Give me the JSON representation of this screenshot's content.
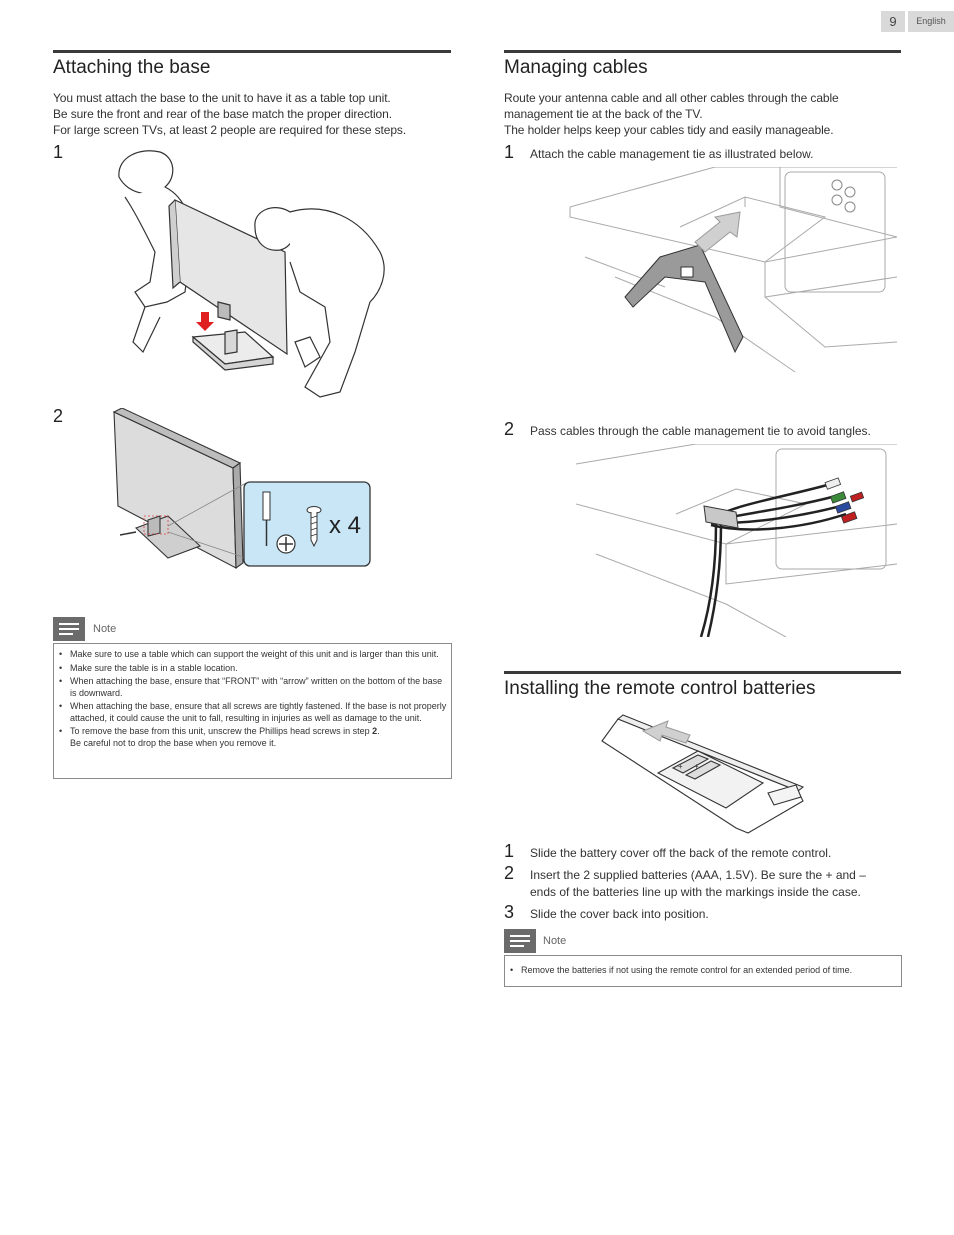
{
  "header": {
    "page_number": "9",
    "language": "English"
  },
  "attaching": {
    "title": "Attaching the base",
    "intro": [
      "You must attach the base to the unit to have it as a table top unit.",
      "Be sure the front and rear of the base match the proper direction.",
      "For large screen TVs, at least 2 people are required for these steps."
    ],
    "step1": "1",
    "step2": "2",
    "screw_count": "x 4",
    "note_label": "Note",
    "notes": [
      "Make sure to use a table which can support the weight of this unit and is larger than this unit.",
      "Make sure the table is in a stable location.",
      "When attaching the base, ensure that “FRONT” with “arrow” written on the bottom of the base is downward.",
      "When attaching the base, ensure that all screws are tightly fastened. If the base is not properly attached, it could cause the unit to fall, resulting in injuries as well as damage to the unit."
    ],
    "note_last_a": "To remove the base from this unit, unscrew the Phillips head screws in step ",
    "note_last_bold": "2",
    "note_last_b": ".",
    "note_last_line2": "Be careful not to drop the base when you remove it."
  },
  "cables": {
    "title": "Managing cables",
    "intro": [
      "Route your antenna cable and all other cables through the cable",
      "management tie at the back of the TV.",
      "The holder helps keep your cables tidy and easily manageable."
    ],
    "step1_num": "1",
    "step1_text": "Attach the cable management tie as illustrated below.",
    "step2_num": "2",
    "step2_text": "Pass cables through the cable management tie to avoid tangles."
  },
  "batteries": {
    "title": "Installing the remote control batteries",
    "steps": [
      {
        "num": "1",
        "text": "Slide the battery cover off the back of the remote control."
      },
      {
        "num": "2",
        "text": "Insert the 2 supplied batteries (AAA, 1.5V). Be sure the + and –",
        "text2": "ends of the batteries line up with the markings inside the case."
      },
      {
        "num": "3",
        "text": "Slide the cover back into position."
      }
    ],
    "note_label": "Note",
    "notes": [
      "Remove the batteries if not using the remote control for an extended period of time."
    ]
  },
  "colors": {
    "rule": "#3a3a3a",
    "note_icon": "#6b6b6b",
    "highlight_blue": "#c9e6f7",
    "arrow_red": "#e02020"
  }
}
